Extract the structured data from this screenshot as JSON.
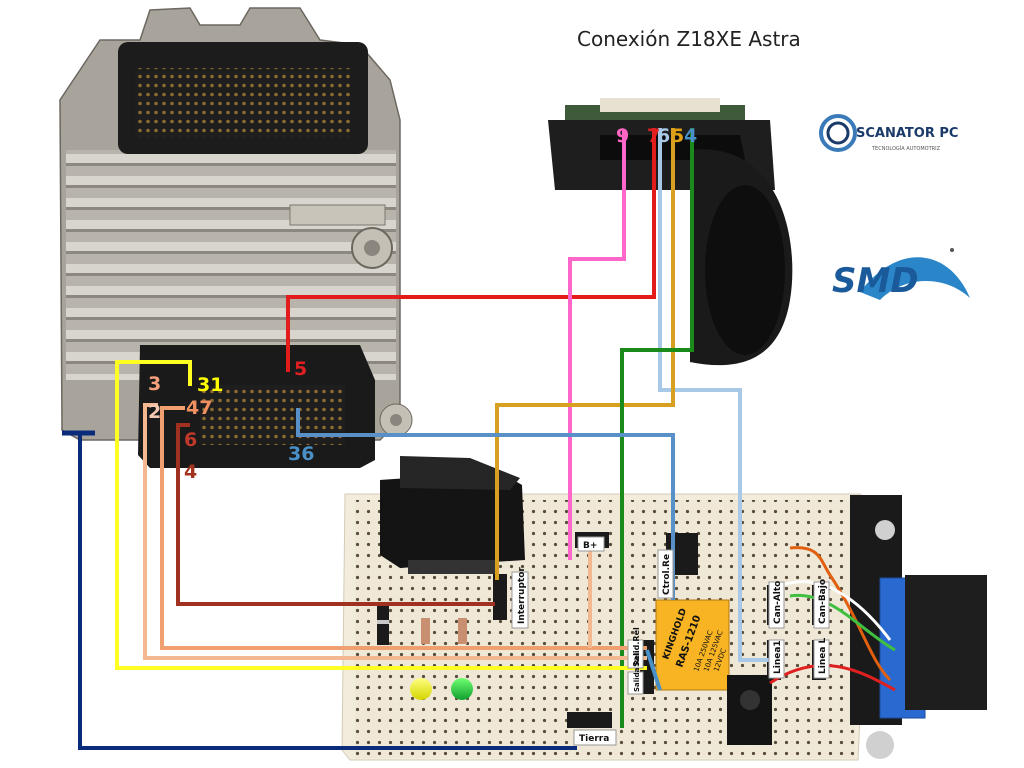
{
  "title": "Conexión Z18XE Astra",
  "logos": {
    "scanator_main": "SCANATOR PC",
    "scanator_sub": "TECNOLOGÍA AUTOMOTRIZ",
    "smd": "SMD"
  },
  "ecu_pins": [
    {
      "label": "5",
      "color": "#e02020"
    },
    {
      "label": "3",
      "color": "#f4a07a"
    },
    {
      "label": "31",
      "color": "#ffff00"
    },
    {
      "label": "2",
      "color": "#f5c8b0"
    },
    {
      "label": "47",
      "color": "#f09060"
    },
    {
      "label": "6",
      "color": "#c0392b"
    },
    {
      "label": "4",
      "color": "#a0321e"
    },
    {
      "label": "36",
      "color": "#4a90c8"
    }
  ],
  "connector_pins": [
    {
      "label": "9",
      "color": "#ff66c4"
    },
    {
      "label": "7",
      "color": "#e02020"
    },
    {
      "label": "6",
      "color": "#a8c8e8"
    },
    {
      "label": "5",
      "color": "#e0a010"
    },
    {
      "label": "4",
      "color": "#4a90c8"
    }
  ],
  "board_labels": {
    "interruptor": "Interruptor",
    "b_plus": "B+",
    "ctrol_rel": "Ctrol.Re",
    "can_alto": "Can-Alto",
    "can_bajo": "Can-Bajo",
    "linea1": "Linea1",
    "linea2": "Linea L",
    "salida_rel1": "Salid.Rel",
    "salida_rel2": "Salida Rel.",
    "tierra": "Tierra"
  },
  "relay": {
    "brand": "KINGHOLD",
    "model": "RAS-1210",
    "spec1": "10A 250VAC",
    "spec2": "10A 125VAC",
    "spec3": "12VDC"
  },
  "colors": {
    "red": "#e21b1b",
    "pink": "#ff66cc",
    "light_blue": "#a8c8e8",
    "gold": "#d8a020",
    "blue": "#4a90c8",
    "green": "#1a8a1a",
    "yellow": "#ffff22",
    "salmon": "#f4b890",
    "dark_red": "#a03020",
    "navy": "#0a2a7a",
    "steel_blue": "#5a90c8"
  }
}
